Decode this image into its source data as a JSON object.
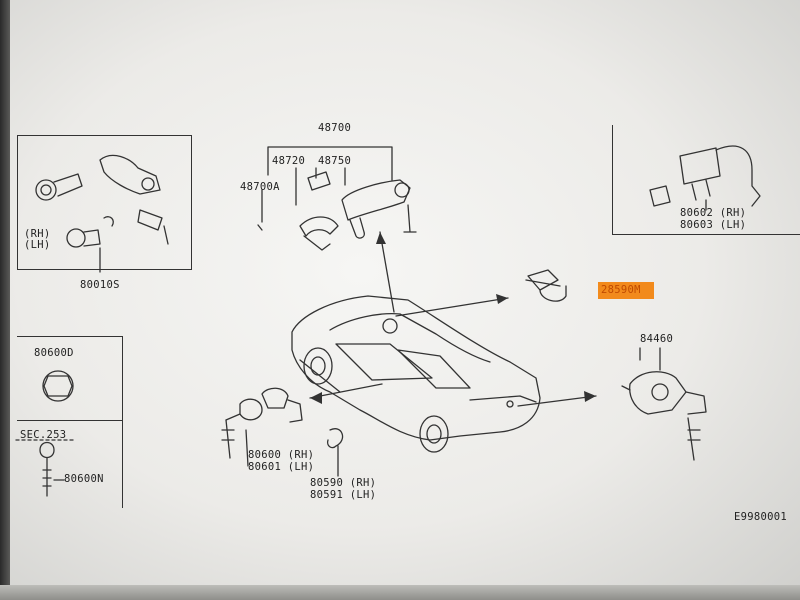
{
  "labels": {
    "p48700": "48700",
    "p48720": "48720",
    "p48750": "48750",
    "p48700a": "48700A",
    "p80010s": "80010S",
    "rh_lh_1": "(RH)",
    "rh_lh_2": "(LH)",
    "p80600d": "80600D",
    "sec253": "SEC.253",
    "p80600n": "80600N",
    "p80600": "80600 (RH)",
    "p80601": "80601 (LH)",
    "p80590": "80590 (RH)",
    "p80591": "80591 (LH)",
    "p28590m": "28590M",
    "p84460": "84460",
    "p80602": "80602 (RH)",
    "p80603": "80603 (LH)",
    "diagram_code": "E9980001"
  },
  "colors": {
    "highlight": "#f28a1c",
    "ink": "#333333"
  }
}
